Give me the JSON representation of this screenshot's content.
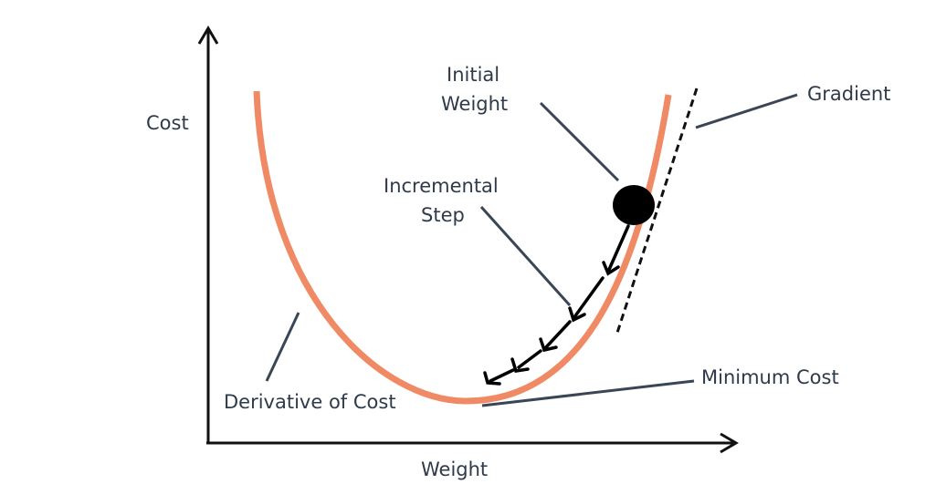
{
  "diagram": {
    "axes": {
      "y_label": "Cost",
      "x_label": "Weight"
    },
    "labels": {
      "initial_weight": [
        "Initial",
        "Weight"
      ],
      "incremental_step": [
        "Incremental",
        "Step"
      ],
      "gradient": "Gradient",
      "derivative_of_cost": "Derivative of Cost",
      "minimum_cost": "Minimum Cost"
    },
    "colors": {
      "curve": "#F08A65",
      "axis": "#111111",
      "leader_line": "#3a4556",
      "label_text": "#2f3a4a",
      "ball": "#000000"
    }
  }
}
